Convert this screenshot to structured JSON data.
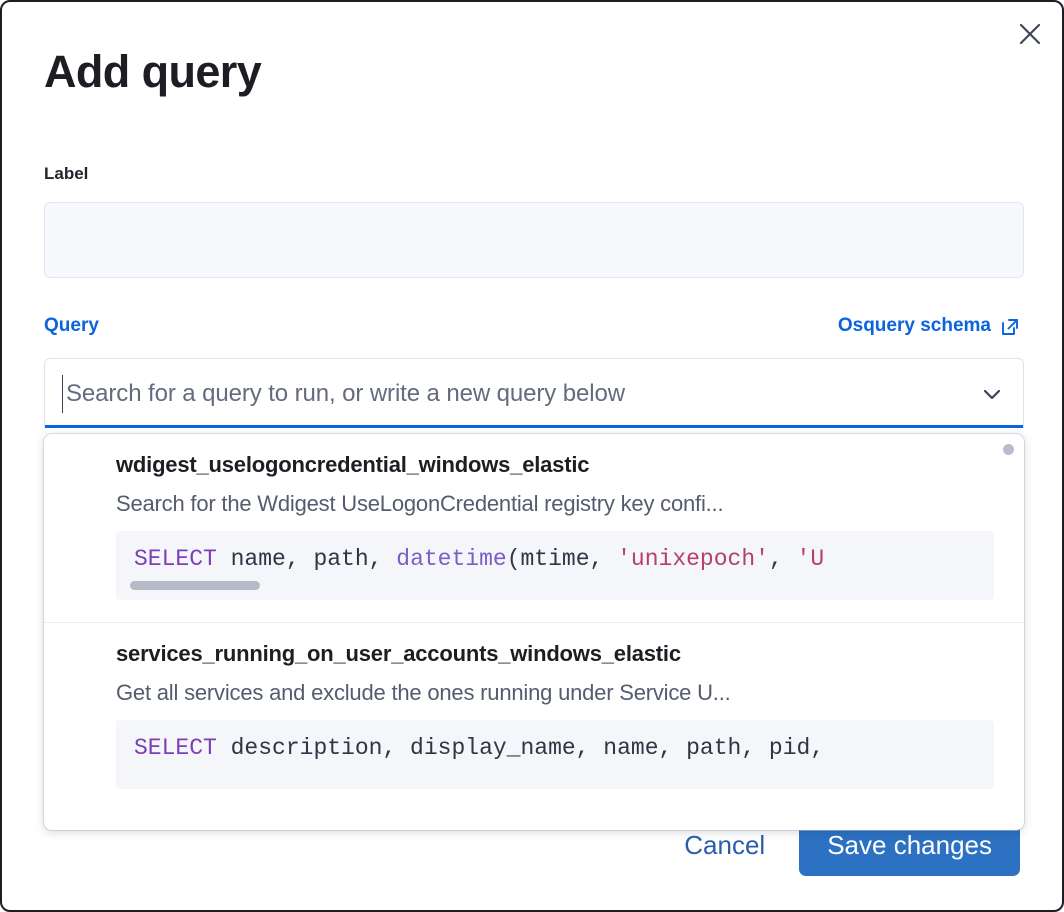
{
  "modal": {
    "title": "Add query",
    "close_icon": "close-icon"
  },
  "label_field": {
    "label": "Label",
    "value": "",
    "placeholder": ""
  },
  "query_section": {
    "label": "Query",
    "schema_link": "Osquery schema",
    "schema_link_icon": "external-link-icon"
  },
  "combo": {
    "placeholder": "Search for a query to run, or write a new query below",
    "value": "",
    "chevron_icon": "chevron-down-icon"
  },
  "dropdown": {
    "options": [
      {
        "title": "wdigest_uselogoncredential_windows_elastic",
        "description": "Search for the Wdigest UseLogonCredential registry key confi...",
        "code_parts": [
          {
            "text": "SELECT",
            "kind": "keyword"
          },
          {
            "text": " name, path, ",
            "kind": "plain"
          },
          {
            "text": "datetime",
            "kind": "function"
          },
          {
            "text": "(mtime, ",
            "kind": "plain"
          },
          {
            "text": "'unixepoch'",
            "kind": "string"
          },
          {
            "text": ", ",
            "kind": "plain"
          },
          {
            "text": "'U",
            "kind": "string"
          }
        ]
      },
      {
        "title": "services_running_on_user_accounts_windows_elastic",
        "description": "Get all services and exclude the ones running under Service U...",
        "code_parts": [
          {
            "text": "SELECT",
            "kind": "keyword"
          },
          {
            "text": " description, display_name, name, path, pid,",
            "kind": "plain"
          }
        ]
      }
    ]
  },
  "footer": {
    "cancel_label": "Cancel",
    "save_label": "Save changes"
  },
  "colors": {
    "accent_blue": "#0b64dd",
    "button_blue": "#2c71c2",
    "cancel_blue": "#2a5fa8",
    "text_dark": "#1d1e24",
    "text_muted": "#555c6d",
    "code_bg": "#f5f6fa",
    "keyword_purple": "#7b3fb8",
    "function_violet": "#7b5ec7",
    "string_crimson": "#b5406b"
  }
}
